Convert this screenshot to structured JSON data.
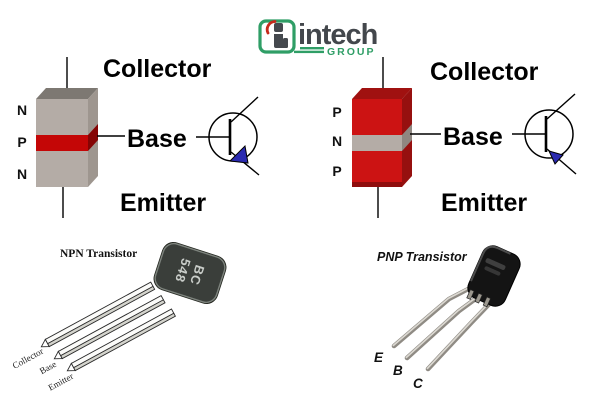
{
  "logo": {
    "brand": "intech",
    "group": "GROUP"
  },
  "npn": {
    "collector": "Collector",
    "base": "Base",
    "emitter": "Emitter",
    "layer_top": "N",
    "layer_mid": "P",
    "layer_bot": "N"
  },
  "pnp": {
    "collector": "Collector",
    "base": "Base",
    "emitter": "Emitter",
    "layer_top": "P",
    "layer_mid": "N",
    "layer_bot": "P"
  },
  "npn_pkg": {
    "title": "NPN Transistor",
    "mark1": "BC",
    "mark2": "548",
    "pin1": "Collector",
    "pin2": "Base",
    "pin3": "Emitter"
  },
  "pnp_pkg": {
    "title": "PNP Transistor",
    "pin1": "E",
    "pin2": "B",
    "pin3": "C"
  },
  "colors": {
    "accent_green": "#2f9e66",
    "brand_dark": "#43474c",
    "grey_body": "#b4aca6",
    "red_band": "#c40606",
    "red_body": "#cc1313",
    "grey_band": "#b4aca6",
    "arrow_blue": "#2a2ab0",
    "pkg_dark": "#3a3e3a"
  }
}
